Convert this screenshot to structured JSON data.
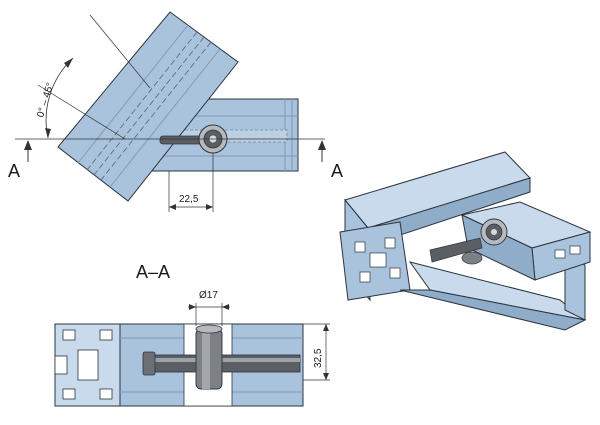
{
  "drawing": {
    "angle_range_label": "0° – 45°",
    "section_marker_left": "A",
    "section_marker_right": "A",
    "offset_dimension": "22,5",
    "section_title": "A–A",
    "diameter_dimension": "Ø17",
    "height_dimension": "32,5"
  },
  "colors": {
    "profile_fill": "#a9c3dc",
    "profile_light": "#c8daeb",
    "profile_dark": "#7d9ab6",
    "outline": "#2b3440",
    "steel_dark": "#5b5f64",
    "steel_light": "#b7babd",
    "dim_line": "#333333"
  }
}
